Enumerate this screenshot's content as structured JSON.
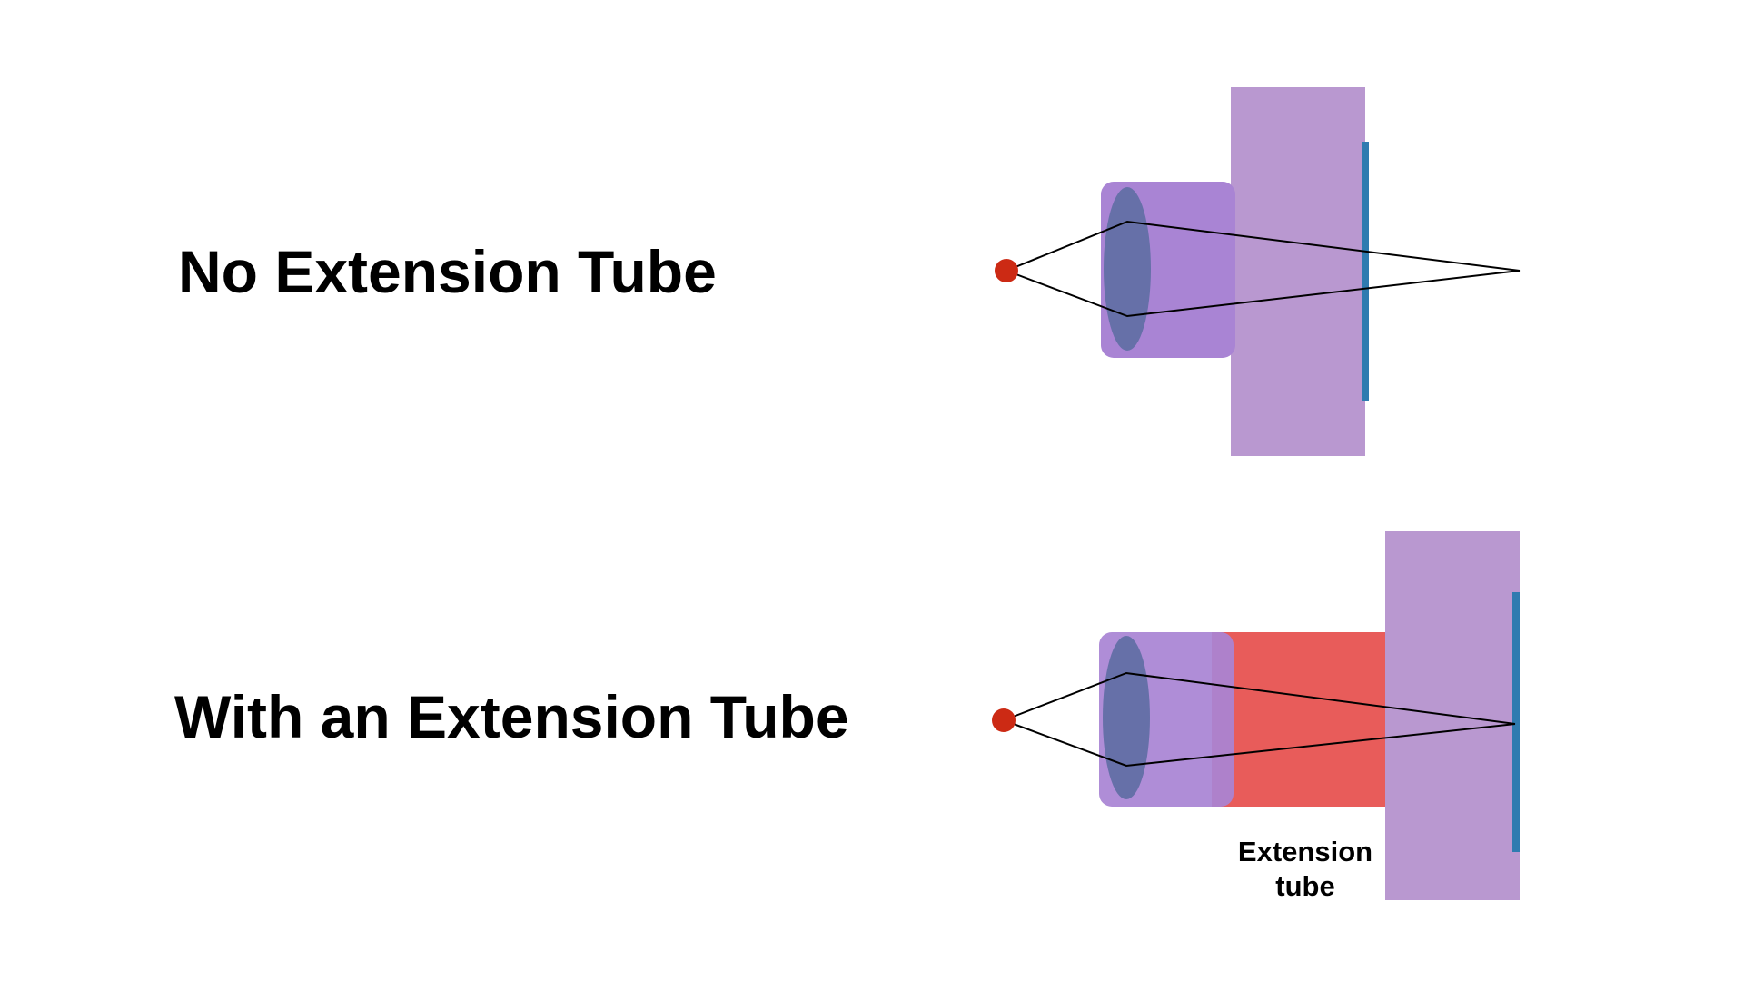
{
  "panels": {
    "top": {
      "title": "No Extension Tube"
    },
    "bottom": {
      "title": "With an Extension Tube",
      "tube_label_line1": "Extension",
      "tube_label_line2": "tube"
    }
  },
  "colors": {
    "lens_barrel": "#a984d4",
    "lens_element": "#6670a8",
    "camera_body": "#b998d0",
    "sensor": "#2f7bb0",
    "extension_tube": "#e85c5a",
    "subject_point": "#cc2a14",
    "ray": "#000000",
    "text": "#000000"
  }
}
